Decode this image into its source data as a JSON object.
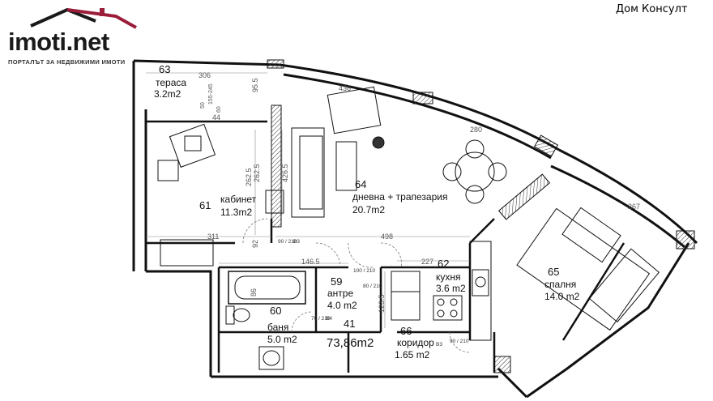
{
  "header": {
    "site_logo_text": "imoti",
    "site_logo_dot": ".net",
    "site_tagline": "ПОРТАЛЪТ ЗА НЕДВИЖИМИ ИМОТИ",
    "agency_name": "Дом Консулт"
  },
  "plan": {
    "total_area": "73,86m2",
    "total_number": "41",
    "rooms": [
      {
        "id": "terrace",
        "number": "63",
        "name": "тераса",
        "area": "3.2m2"
      },
      {
        "id": "study",
        "number": "61",
        "name": "кабинет",
        "area": "11.3m2"
      },
      {
        "id": "living",
        "number": "64",
        "name": "дневна + трапезария",
        "area": "20.7m2"
      },
      {
        "id": "kitchen",
        "number": "62",
        "name": "кухня",
        "area": "3.6 m2"
      },
      {
        "id": "bedroom",
        "number": "65",
        "name": "спалня",
        "area": "14.0 m2"
      },
      {
        "id": "entrance",
        "number": "59",
        "name": "антре",
        "area": "4.0 m2"
      },
      {
        "id": "bathroom",
        "number": "60",
        "name": "баня",
        "area": "5.0 m2"
      },
      {
        "id": "corridor",
        "number": "66",
        "name": "коридор",
        "area": "1.65 m2"
      }
    ],
    "dimensions": {
      "d306": "306",
      "d95_5": "95.5",
      "d262_5a": "262.5",
      "d262_5b": "262.5",
      "d426_5": "426.5",
      "d311": "311",
      "d498": "498",
      "d280": "280",
      "d227": "227",
      "d146_5": "146.5",
      "d123_5": "123.5",
      "d92": "92",
      "d86": "86",
      "d155_245": "155-245",
      "d60": "60",
      "d50": "50",
      "d267": "267",
      "d436": "436",
      "d44": "44"
    },
    "doors": {
      "door_study": "90 / 210",
      "door_entrance": "100 / 210",
      "door_bath": "70 / 210",
      "door_corridor": "90 / 210",
      "door_kitchen": "80 / 210"
    },
    "door_numbers": {
      "b3": "B3",
      "b4": "B4",
      "b3b": "B3"
    }
  }
}
